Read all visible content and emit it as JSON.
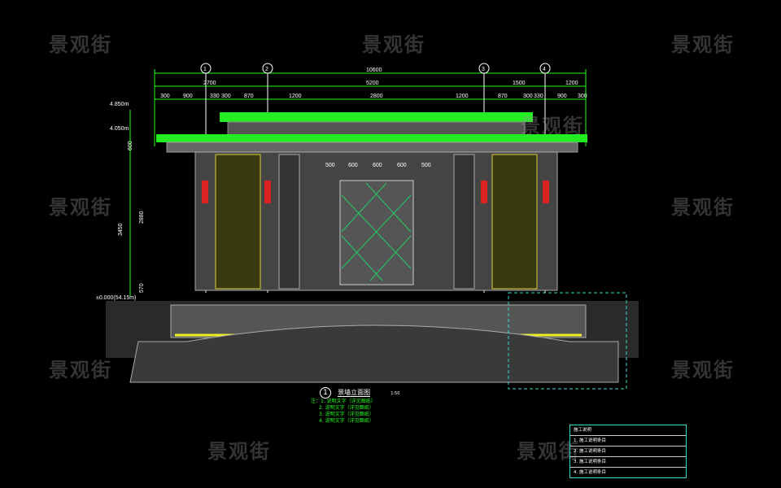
{
  "watermark": "景观街",
  "grid_axes": [
    "1",
    "2",
    "3",
    "4"
  ],
  "dimensions": {
    "total": "10600",
    "row2": [
      "2700",
      "5200",
      "1500",
      "1200"
    ],
    "row3": [
      "300",
      "900",
      "330",
      "300",
      "870",
      "1200",
      "2800",
      "1200",
      "870",
      "300",
      "330",
      "900",
      "300"
    ],
    "elevations": [
      "4.850m",
      "4.050m",
      "±0.000(54.15m)"
    ],
    "vertical": [
      "3450",
      "2880",
      "570",
      "600"
    ],
    "inner": [
      "500",
      "600",
      "600",
      "600",
      "500"
    ]
  },
  "drawing_title": {
    "number": "1",
    "title": "景墙立面图",
    "scale": "1:50"
  },
  "notes": [
    "注：1. 说明文字（详见图纸）",
    "2. 说明文字（详见图纸）",
    "3. 说明文字（详见图纸）",
    "4. 说明文字（详见图纸）"
  ],
  "construction_table": {
    "title": "施工说明",
    "rows": [
      "1. 施工说明条目",
      "2. 施工说明条目",
      "3. 施工说明条目",
      "4. 施工说明条目"
    ]
  }
}
